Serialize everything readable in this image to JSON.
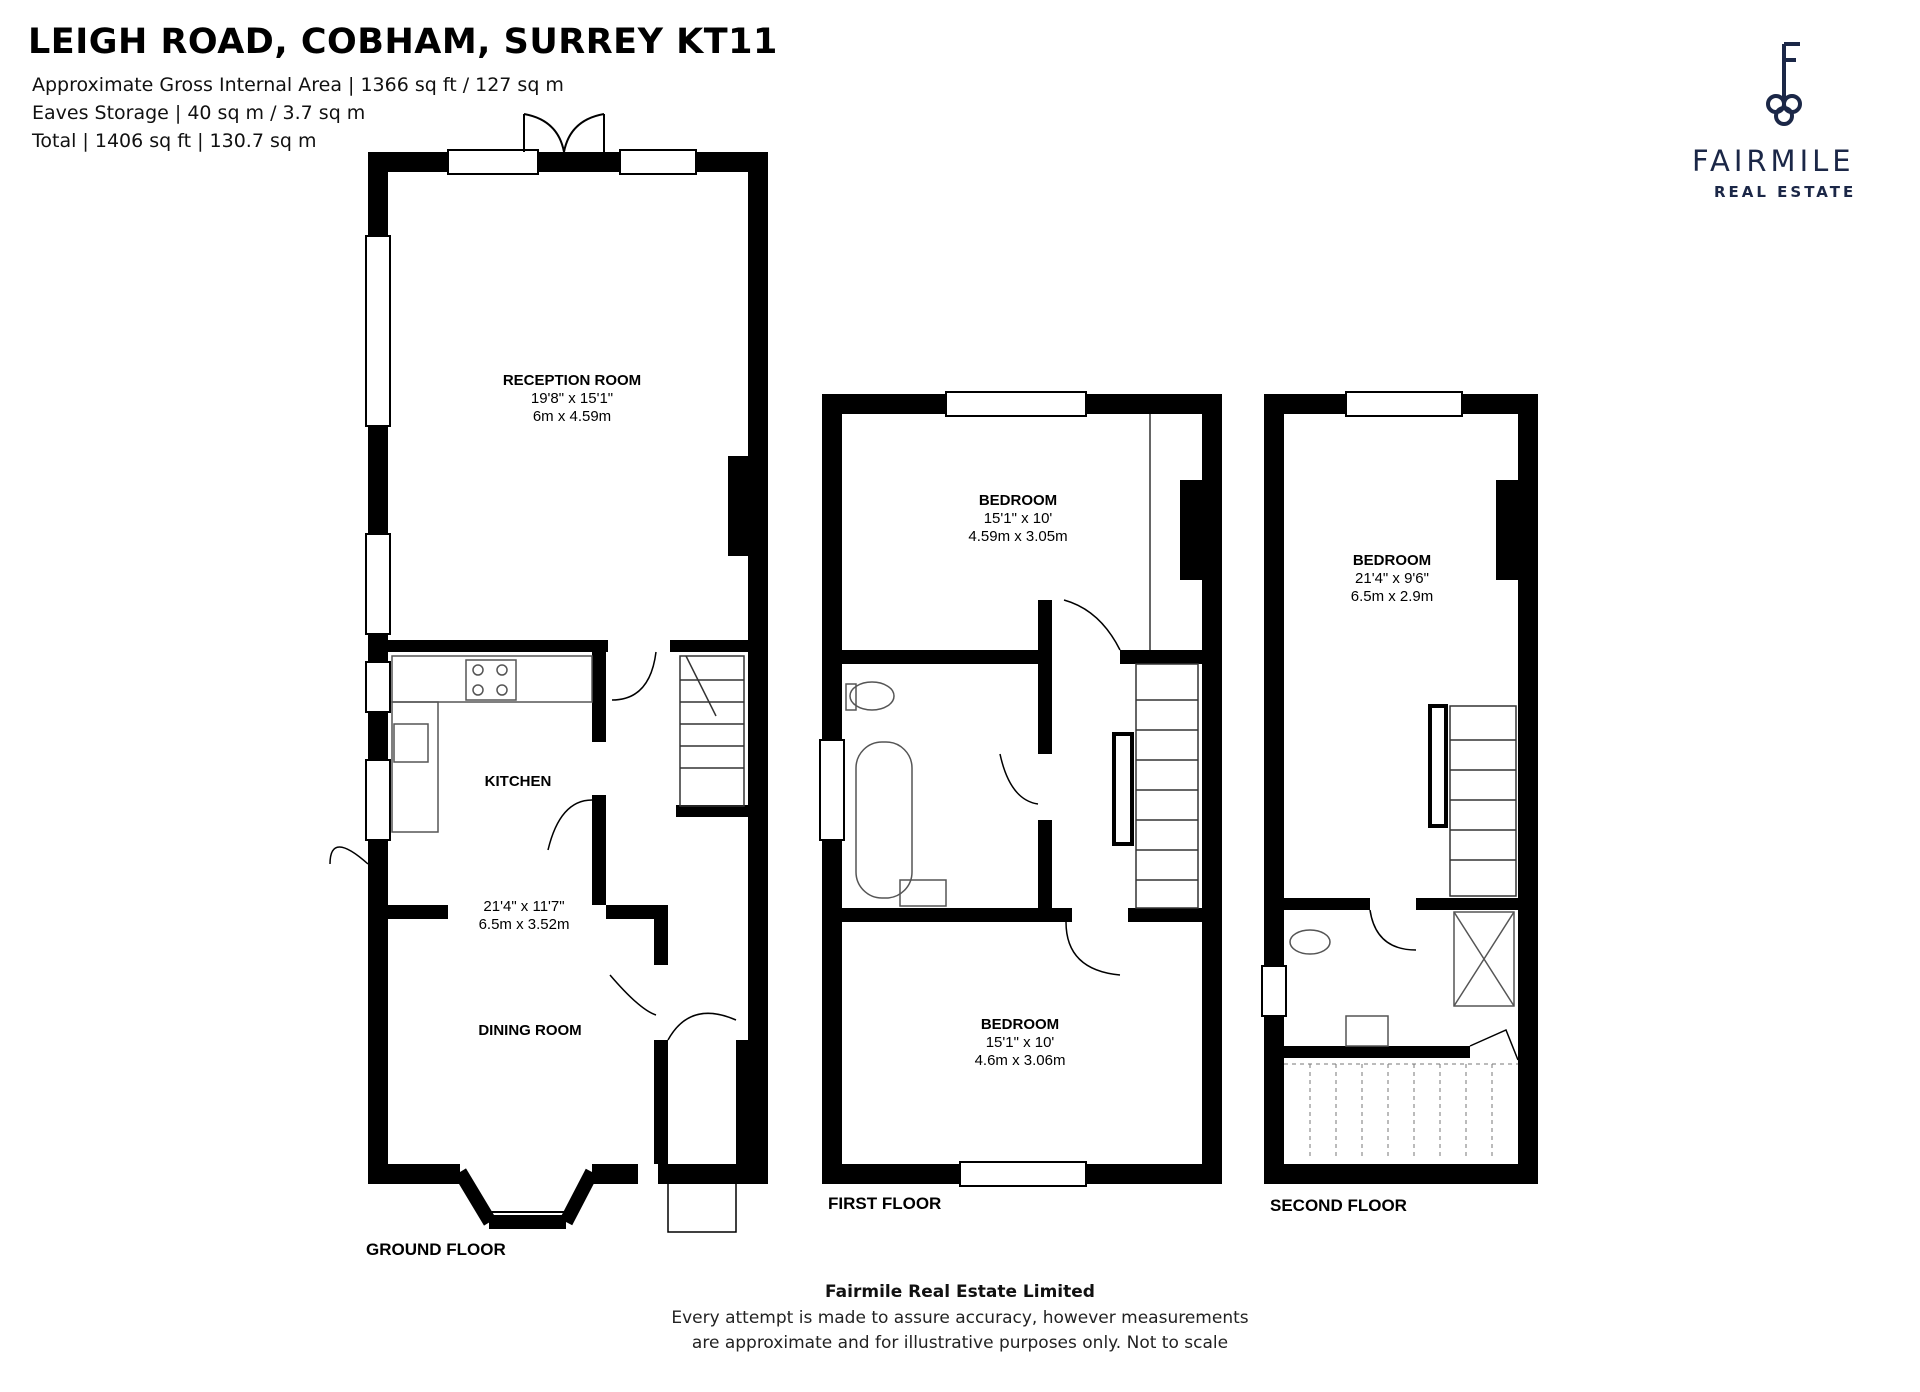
{
  "header": {
    "title": "LEIGH ROAD, COBHAM, SURREY KT11",
    "area_lines": [
      "Approximate Gross Internal Area | 1366 sq ft / 127 sq m",
      "Eaves Storage | 40 sq m / 3.7 sq m",
      "Total | 1406 sq ft | 130.7 sq m"
    ]
  },
  "brand": {
    "name": "FAIRMILE",
    "subtitle": "REAL ESTATE",
    "color": "#1b2747",
    "icon": "key-icon"
  },
  "rooms": {
    "reception": {
      "name": "RECEPTION ROOM",
      "imperial": "19'8\" x 15'1\"",
      "metric": "6m x 4.59m"
    },
    "kitchen": {
      "name": "KITCHEN"
    },
    "kitchen_dining": {
      "imperial": "21'4\" x 11'7\"",
      "metric": "6.5m x 3.52m"
    },
    "dining": {
      "name": "DINING ROOM"
    },
    "first_bed_front": {
      "name": "BEDROOM",
      "imperial": "15'1\" x 10'",
      "metric": "4.59m x 3.05m"
    },
    "first_bed_rear": {
      "name": "BEDROOM",
      "imperial": "15'1\" x 10'",
      "metric": "4.6m x 3.06m"
    },
    "second_bed": {
      "name": "BEDROOM",
      "imperial": "21'4\" x 9'6\"",
      "metric": "6.5m x 2.9m"
    }
  },
  "floors": {
    "ground": "GROUND FLOOR",
    "first": "FIRST FLOOR",
    "second": "SECOND FLOOR"
  },
  "footer": {
    "company": "Fairmile Real Estate Limited",
    "line1": "Every attempt is made to assure accuracy, however measurements",
    "line2": "are approximate and for illustrative purposes only. Not to scale"
  },
  "colors": {
    "wall": "#000000",
    "fixture": "#555555",
    "brand": "#1b2747"
  }
}
